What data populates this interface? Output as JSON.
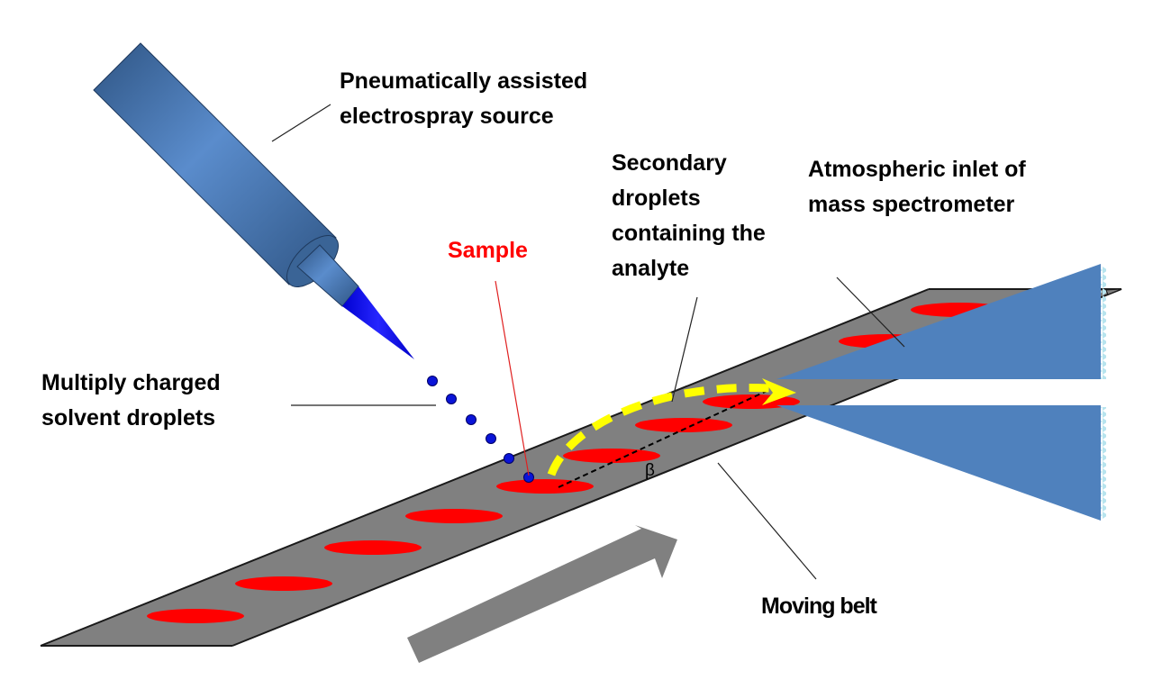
{
  "figure": {
    "title": "Electrospray desorption from a moving belt into a mass spectrometer inlet",
    "colors": {
      "background": "#ffffff",
      "belt": "#808080",
      "belt_edge": "#1a1a1a",
      "sample_spot": "#ff0000",
      "sprayer_body": "#4f81bd",
      "sprayer_dark": "#3a6496",
      "sprayer_tip": "#1010f0",
      "droplet": "#0a14d8",
      "trajectory": "#ffff00",
      "inlet": "#4f81bd",
      "inlet_fringe": "#b7e4ee",
      "motion_arrow": "#808080",
      "leader_line": "#222222",
      "sample_leader": "#e02020"
    },
    "labels": {
      "source_line1": "Pneumatically assisted",
      "source_line2": "electrospray source",
      "droplets_line1": "Multiply charged",
      "droplets_line2": "solvent droplets",
      "sample": "Sample",
      "secondary_line1": "Secondary",
      "secondary_line2": "droplets",
      "secondary_line3": "containing the",
      "secondary_line4": "analyte",
      "inlet_line1": "Atmospheric inlet of",
      "inlet_line2": "mass spectrometer",
      "belt": "Moving belt",
      "angle": "β"
    },
    "components": [
      {
        "name": "electrospray-source",
        "icon": "sprayer-needle"
      },
      {
        "name": "charged-droplets",
        "count": 6
      },
      {
        "name": "moving-belt",
        "sample_spots": 10
      },
      {
        "name": "ms-inlet",
        "icon": "capillary-inlet"
      },
      {
        "name": "motion-arrow",
        "direction": "up-right"
      },
      {
        "name": "secondary-droplet-trajectory",
        "style": "dashed-arrow"
      }
    ]
  }
}
